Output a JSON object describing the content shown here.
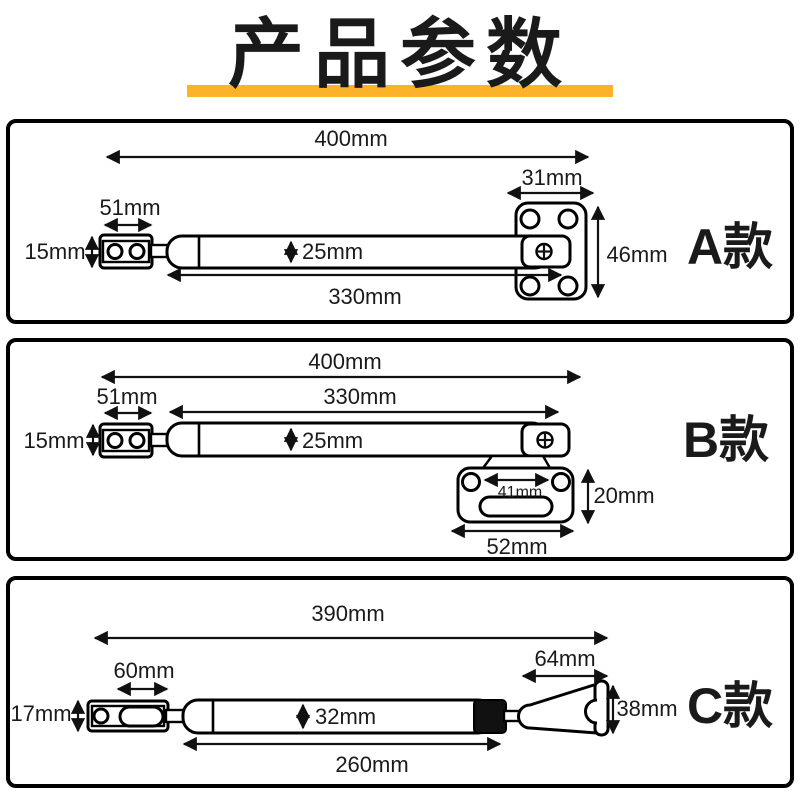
{
  "title": "产品参数",
  "colors": {
    "blue_light": "#2d68ba",
    "blue_dark": "#16418c",
    "yellow": "#fcb32a"
  },
  "panels": {
    "a": {
      "label": "A款",
      "total_length": "400mm",
      "plate_width": "31mm",
      "bracket_width": "51mm",
      "bracket_height": "15mm",
      "tube_diameter": "25mm",
      "tube_length": "330mm",
      "plate_height": "46mm"
    },
    "b": {
      "label": "B款",
      "total_length": "400mm",
      "tube_length": "330mm",
      "bracket_width": "51mm",
      "bracket_height": "15mm",
      "tube_diameter": "25mm",
      "hole_spacing": "41mm",
      "base_height": "20mm",
      "base_width": "52mm"
    },
    "c": {
      "label": "C款",
      "total_length": "390mm",
      "bracket_width": "60mm",
      "bracket_height": "17mm",
      "tube_diameter": "32mm",
      "cone_length": "64mm",
      "cone_height": "38mm",
      "stroke_length": "260mm"
    }
  }
}
